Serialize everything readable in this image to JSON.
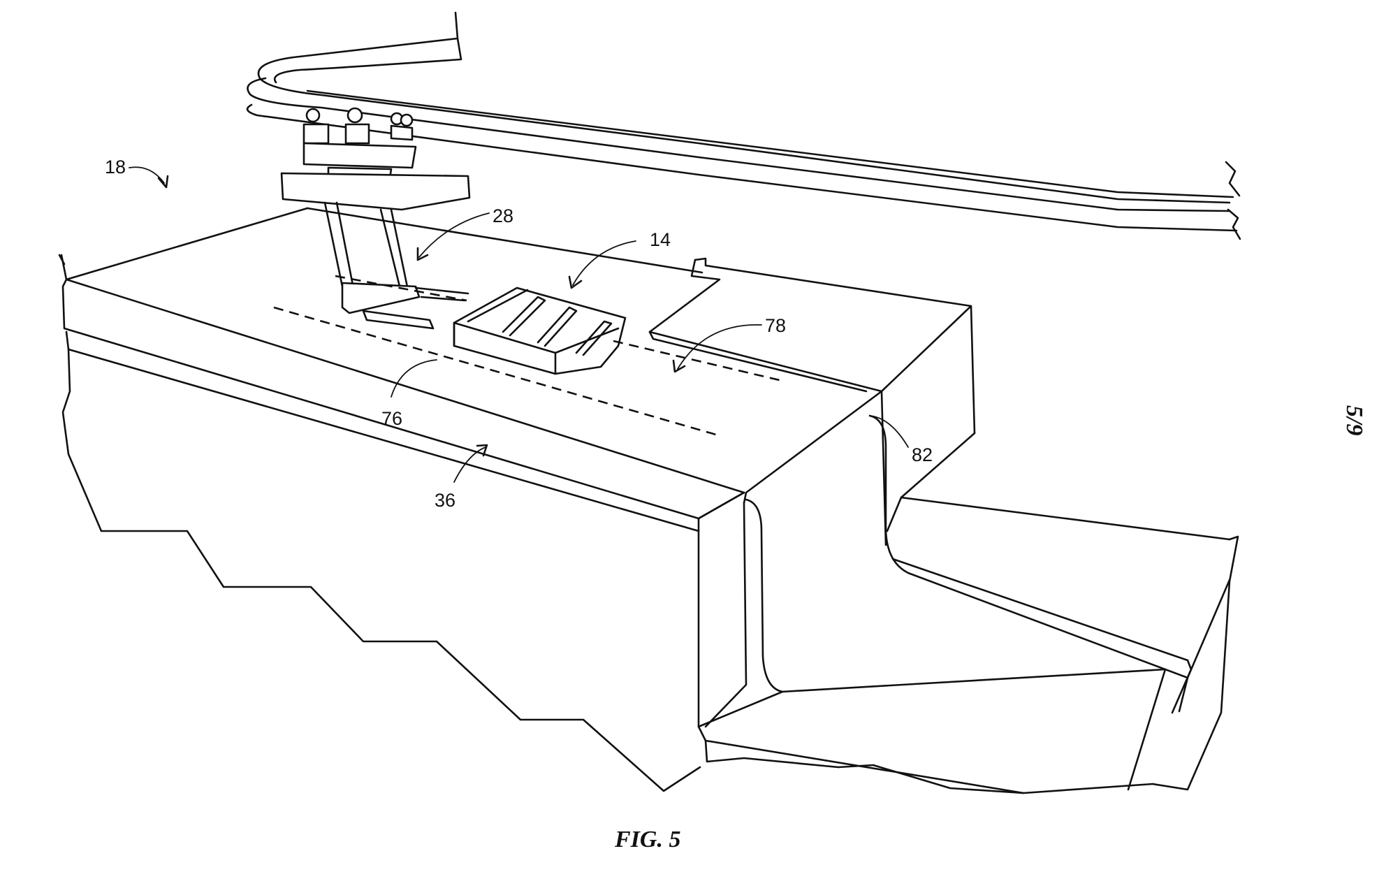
{
  "figure": {
    "caption": "FIG. 5",
    "sheet": "5/9"
  },
  "reference_numerals": {
    "r18": "18",
    "r28": "28",
    "r14": "14",
    "r78": "78",
    "r76": "76",
    "r82": "82",
    "r36": "36"
  }
}
